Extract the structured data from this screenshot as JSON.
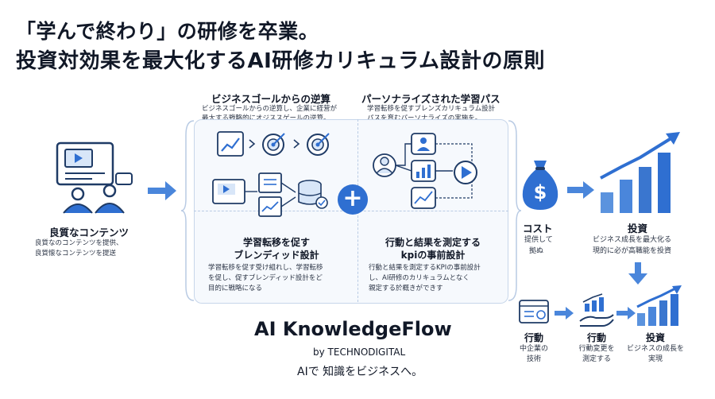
{
  "title": {
    "line1": "「学んで終わり」の研修を卒業。",
    "line2": "投資対効果を最大化するAI研修カリキュラム設計の原則"
  },
  "left": {
    "heading": "良質なコンテンツ",
    "desc_line1": "良質なのコンテンツを提供、",
    "desc_line2": "良質懐なコンテンツを提送"
  },
  "top_left": {
    "heading": "ビジネスゴールからの逆算",
    "desc_line1": "ビジネスゴールからの逆算し、企業に経营が",
    "desc_line2": "最大する戦略的にオジススゲールの逆算。"
  },
  "top_right": {
    "heading": "パーソナライズされた学習パス",
    "desc_line1": "学習転移を促すブレンズカリキュラム設計",
    "desc_line2": "パスを育むパーソナライズの実施を。"
  },
  "bottom_left": {
    "heading_line1": "学習転移を促す",
    "heading_line2": "ブレンディッド設計",
    "desc_line1": "学習転移を促す受け組れし、学習転移",
    "desc_line2": "を促し、促すブレンディッド設計をど",
    "desc_line3": "目的に戦略になる"
  },
  "bottom_right": {
    "heading_line1": "行動と結果を測定する",
    "heading_line2": "kpiの事前設計",
    "desc_line1": "行動と結果を測定するKPIの事前設計",
    "desc_line2": "し、AI研修のカリキュラムとなく",
    "desc_line3": "親定する於概きができす"
  },
  "plus_symbol": "+",
  "cost": {
    "heading": "コスト",
    "desc_line1": "提供して",
    "desc_line2": "拠ぬ"
  },
  "investment": {
    "heading": "投資",
    "desc_line1": "ビジネス成長を最大化る",
    "desc_line2": "現的に必が高職能を投資"
  },
  "flow": [
    {
      "heading": "行動",
      "desc_line1": "中企業の",
      "desc_line2": "技術"
    },
    {
      "heading": "行動",
      "desc_line1": "行動変更を",
      "desc_line2": "測定する"
    },
    {
      "heading": "投資",
      "desc_line1": "ビジネスの成長を",
      "desc_line2": "実現"
    }
  ],
  "brand": {
    "name": "AI KnowledgeFlow",
    "by": "by TECHNODIGITAL",
    "tagline": "AIで 知識をビジネスへ。"
  },
  "icon_symbols": {
    "dollar": "$"
  },
  "colors": {
    "primary": "#2f6fd1",
    "light": "#d8e6f8",
    "dark": "#1f3b66",
    "arrow": "#4a86db"
  }
}
